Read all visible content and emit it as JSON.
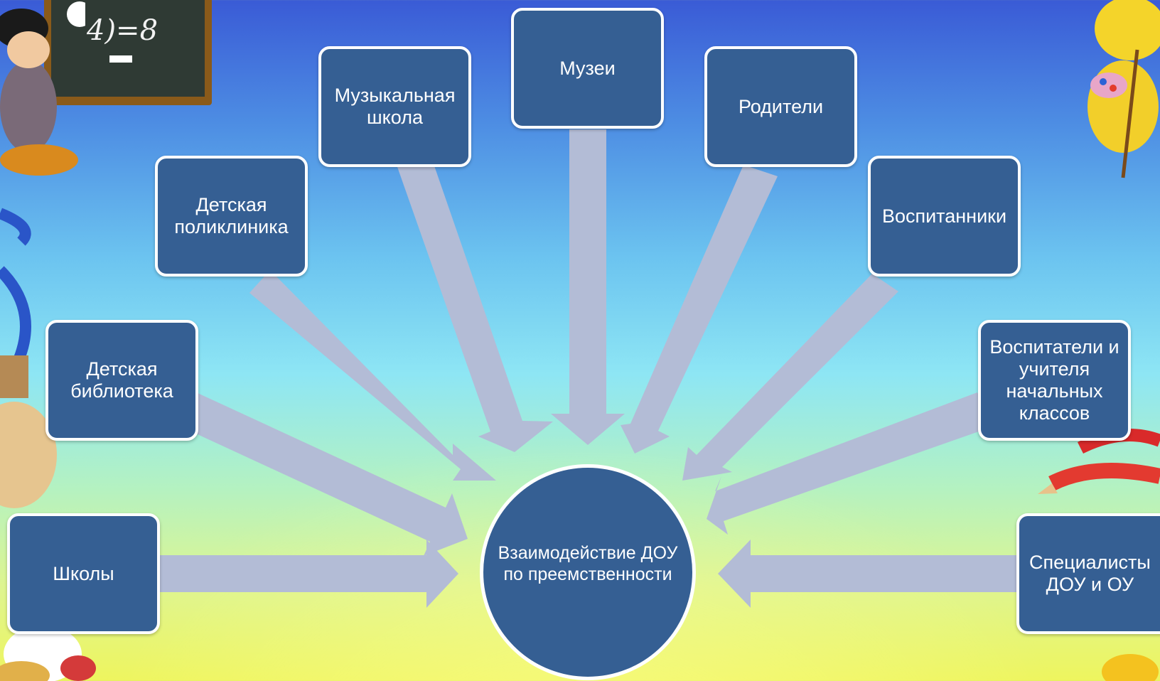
{
  "diagram": {
    "center_label": "Взаимодействие ДОУ\nпо преемственности",
    "nodes": [
      {
        "id": "schools",
        "label": "Школы"
      },
      {
        "id": "library",
        "label": "Детская\nбиблиотека"
      },
      {
        "id": "clinic",
        "label": "Детская\nполиклиника"
      },
      {
        "id": "music_school",
        "label": "Музыкальная\nшкола"
      },
      {
        "id": "museums",
        "label": "Музеи"
      },
      {
        "id": "parents",
        "label": "Родители"
      },
      {
        "id": "pupils",
        "label": "Воспитанники"
      },
      {
        "id": "teachers",
        "label": "Воспитатели и\nучителя\nначальных\nклассов"
      },
      {
        "id": "specialists",
        "label": "Специалисты\nДОУ и ОУ"
      }
    ],
    "edges": [
      {
        "from": "schools",
        "to": "center"
      },
      {
        "from": "library",
        "to": "center"
      },
      {
        "from": "clinic",
        "to": "center"
      },
      {
        "from": "music_school",
        "to": "center"
      },
      {
        "from": "museums",
        "to": "center"
      },
      {
        "from": "parents",
        "to": "center"
      },
      {
        "from": "pupils",
        "to": "center"
      },
      {
        "from": "teachers",
        "to": "center"
      },
      {
        "from": "specialists",
        "to": "center"
      }
    ]
  },
  "chalkboard": {
    "text": "4)=8"
  },
  "colors": {
    "box_fill": "#355f93",
    "box_border": "#ffffff",
    "arrow_fill": "#b3bcd6",
    "text": "#ffffff"
  }
}
